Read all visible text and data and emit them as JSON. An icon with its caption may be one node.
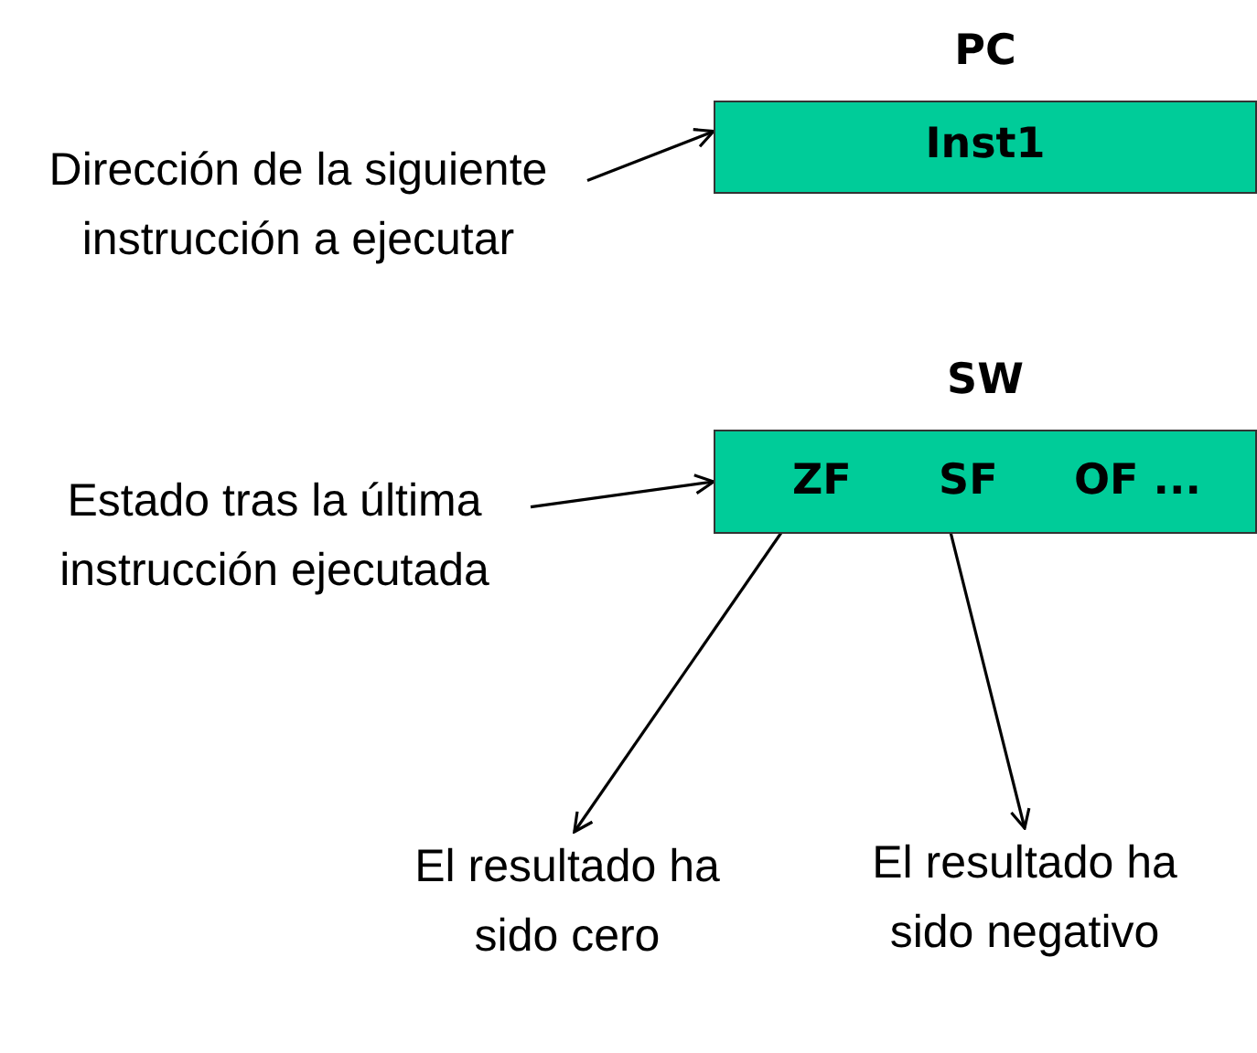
{
  "diagram": {
    "nodes": [
      {
        "text": [
          "PC",
          "Inst1"
        ]
      },
      {
        "text": [
          "Dirección de la siguiente instrucción a ejecutar"
        ]
      },
      {
        "text": [
          "SW"
        ]
      },
      {
        "text": [
          "ZF"
        ],
        "in": 2
      },
      {
        "text": [
          "SF"
        ],
        "in": 2
      },
      {
        "text": [
          "OF ..."
        ],
        "in": 2
      },
      {
        "text": [
          "Estado tras la última instrucción ejecutada"
        ]
      },
      {
        "text": [
          "El resultado ha sido cero"
        ]
      },
      {
        "text": [
          "El resultado ha sido negativo"
        ]
      }
    ],
    "edges": [
      {
        "from": 1,
        "to": 0,
        "arrow": "to"
      },
      {
        "from": 6,
        "to": 2,
        "arrow": "to"
      },
      {
        "from": 3,
        "to": 7,
        "arrow": "to"
      },
      {
        "from": 4,
        "to": 8,
        "arrow": "to"
      }
    ]
  }
}
